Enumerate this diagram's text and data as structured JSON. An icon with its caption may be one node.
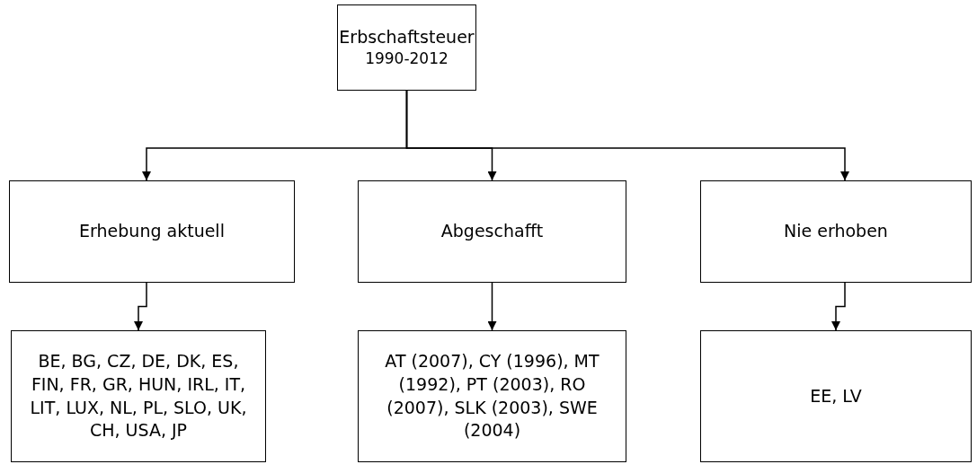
{
  "diagram": {
    "nodes": [
      {
        "text": [
          "Erbschaftsteuer",
          "1990-2012"
        ]
      },
      {
        "text": [
          "Erhebung aktuell"
        ]
      },
      {
        "text": [
          "Abgeschafft"
        ]
      },
      {
        "text": [
          "Nie erhoben"
        ]
      },
      {
        "text": [
          "BE, BG, CZ, DE, DK, ES, FIN, FR, GR, HUN, IRL, IT, LIT, LUX, NL, PL, SLO, UK, CH, USA, JP"
        ]
      },
      {
        "text": [
          "AT (2007), CY (1996), MT (1992), PT (2003), RO (2007), SLK (2003), SWE (2004)"
        ]
      },
      {
        "text": [
          "EE, LV"
        ]
      }
    ],
    "edges": [
      {
        "from": 0,
        "to": 1,
        "arrow": "to"
      },
      {
        "from": 0,
        "to": 2,
        "arrow": "to"
      },
      {
        "from": 0,
        "to": 3,
        "arrow": "to"
      },
      {
        "from": 1,
        "to": 4,
        "arrow": "to"
      },
      {
        "from": 2,
        "to": 5,
        "arrow": "to"
      },
      {
        "from": 3,
        "to": 6,
        "arrow": "to"
      }
    ]
  }
}
